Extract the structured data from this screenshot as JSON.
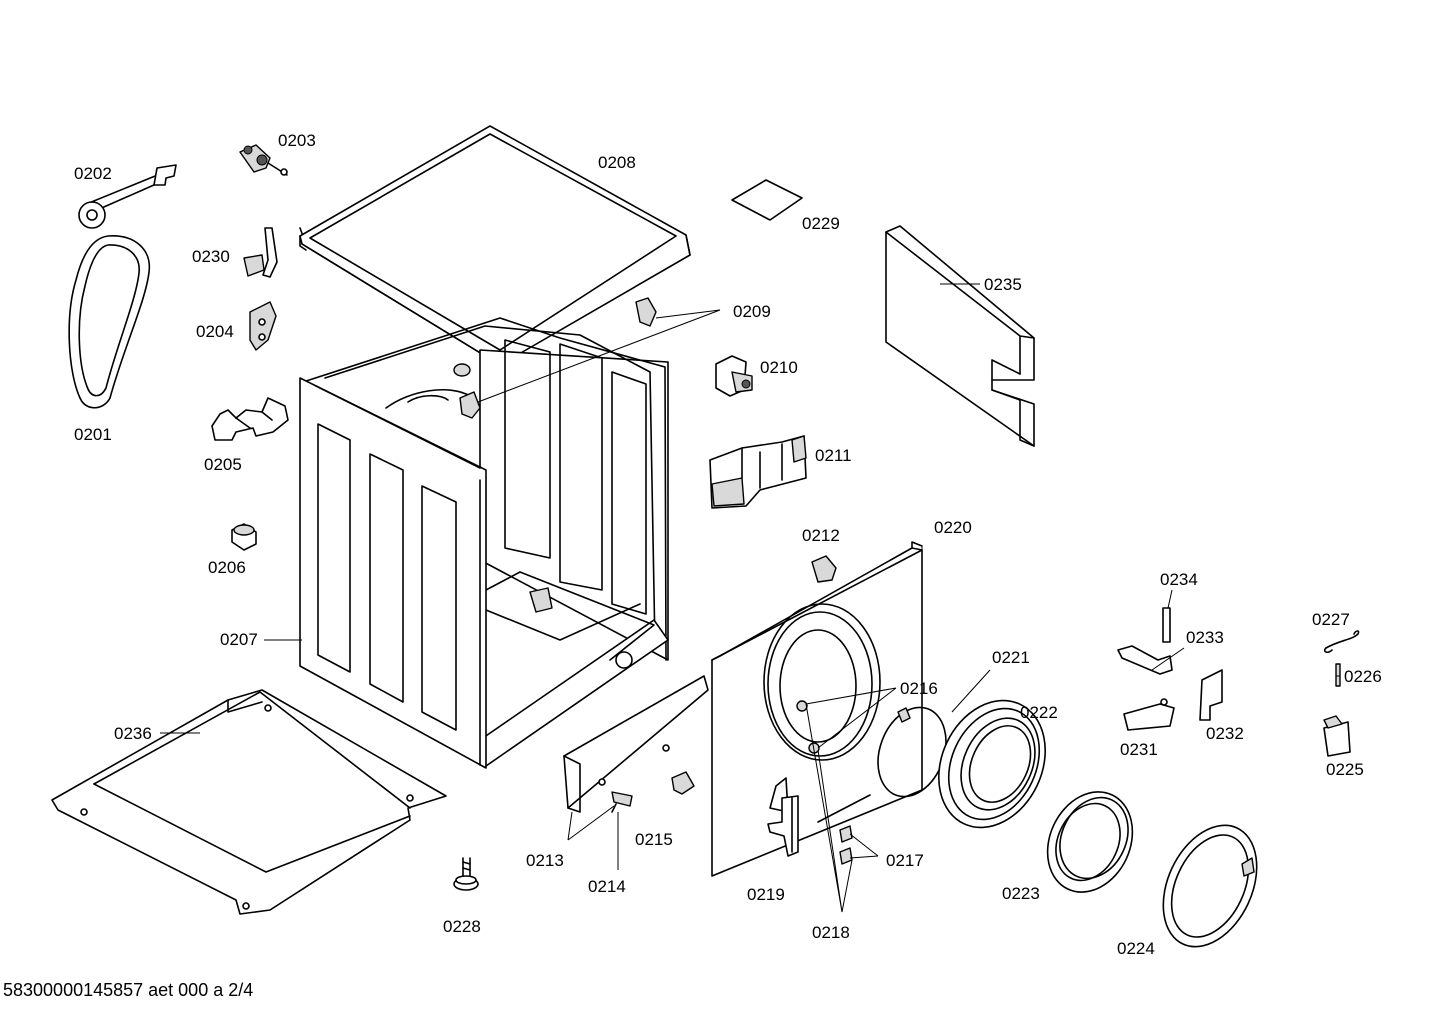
{
  "parts": {
    "p0201": "0201",
    "p0202": "0202",
    "p0203": "0203",
    "p0204": "0204",
    "p0205": "0205",
    "p0206": "0206",
    "p0207": "0207",
    "p0208": "0208",
    "p0209": "0209",
    "p0210": "0210",
    "p0211": "0211",
    "p0212": "0212",
    "p0213": "0213",
    "p0214": "0214",
    "p0215": "0215",
    "p0216": "0216",
    "p0217": "0217",
    "p0218": "0218",
    "p0219": "0219",
    "p0220": "0220",
    "p0221": "0221",
    "p0222": "0222",
    "p0223": "0223",
    "p0224": "0224",
    "p0225": "0225",
    "p0226": "0226",
    "p0227": "0227",
    "p0228": "0228",
    "p0229": "0229",
    "p0230": "0230",
    "p0231": "0231",
    "p0232": "0232",
    "p0233": "0233",
    "p0234": "0234",
    "p0235": "0235",
    "p0236": "0236"
  },
  "footer": "58300000145857 aet 000 a 2/4"
}
